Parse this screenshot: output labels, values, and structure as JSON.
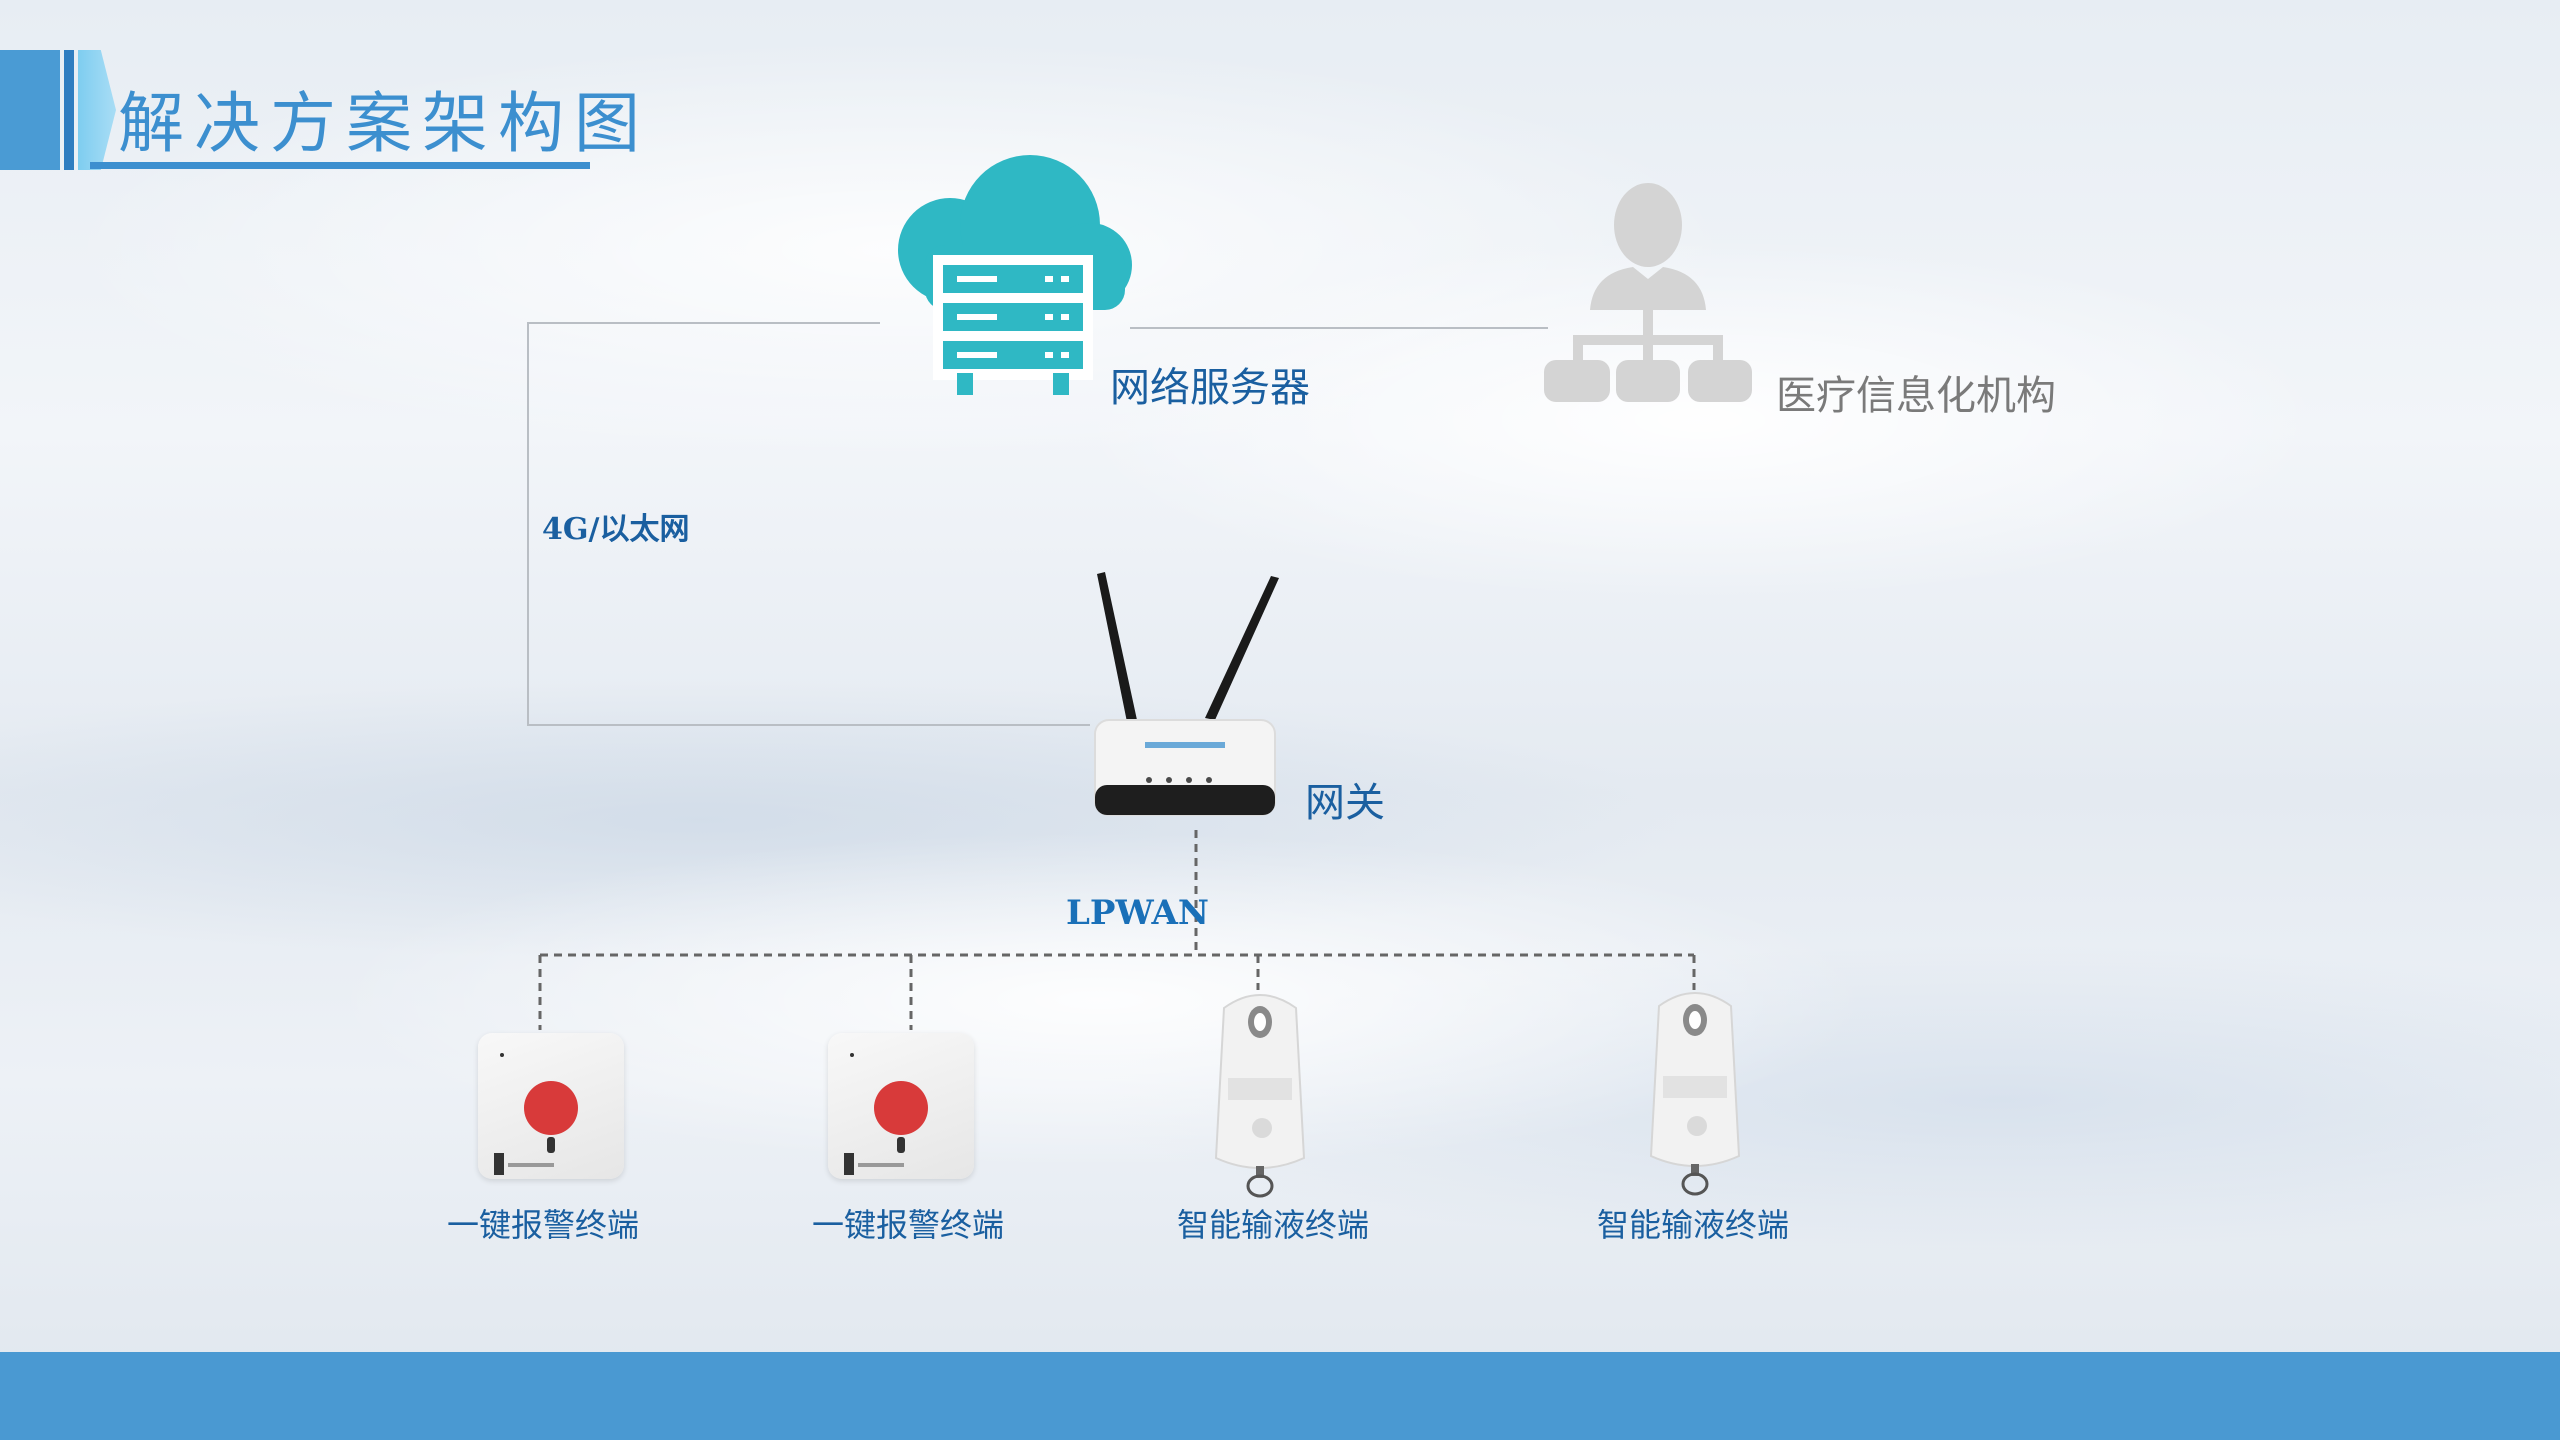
{
  "title": "解决方案架构图",
  "nodes": {
    "server": "网络服务器",
    "medical": "医疗信息化机构",
    "gateway": "网关"
  },
  "links": {
    "uplink": "4G/以太网",
    "downlink": "LPWAN"
  },
  "devices": [
    {
      "label": "一键报警终端"
    },
    {
      "label": "一键报警终端"
    },
    {
      "label": "智能输液终端"
    },
    {
      "label": "智能输液终端"
    }
  ],
  "colors": {
    "title": "#3c8fcf",
    "node_label": "#1a5fa0",
    "cloud": "#2fb8c4",
    "person": "#d4d4d4",
    "footer": "#4a99d2",
    "alarm_button": "#d83a3a"
  }
}
